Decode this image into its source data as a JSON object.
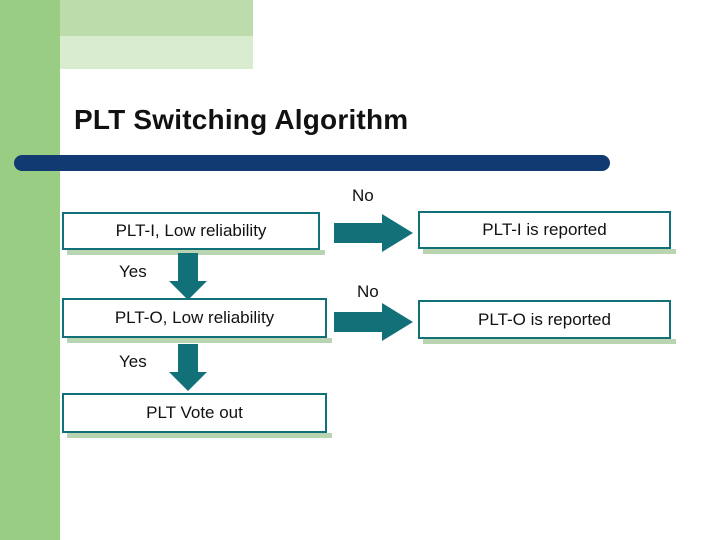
{
  "slide": {
    "title": "PLT Switching Algorithm",
    "theme": {
      "accent_bar": "#123a72",
      "box_border": "#127178",
      "arrow_fill": "#127178",
      "left_band": "#9acd84",
      "top_band": "#bcdcab",
      "shadow": "#b8d4b0",
      "text": "#111111"
    }
  },
  "diagram": {
    "type": "flowchart",
    "nodes": [
      {
        "id": "plt-i-low",
        "label": "PLT-I, Low reliability"
      },
      {
        "id": "plt-o-low",
        "label": "PLT-O, Low reliability"
      },
      {
        "id": "plt-vote-out",
        "label": "PLT Vote out"
      },
      {
        "id": "plt-i-reported",
        "label": "PLT-I is reported"
      },
      {
        "id": "plt-o-reported",
        "label": "PLT-O is reported"
      }
    ],
    "edges": [
      {
        "from": "plt-i-low",
        "to": "plt-i-reported",
        "label": "No",
        "direction": "right"
      },
      {
        "from": "plt-i-low",
        "to": "plt-o-low",
        "label": "Yes",
        "direction": "down"
      },
      {
        "from": "plt-o-low",
        "to": "plt-o-reported",
        "label": "No",
        "direction": "right"
      },
      {
        "from": "plt-o-low",
        "to": "plt-vote-out",
        "label": "Yes",
        "direction": "down"
      }
    ],
    "labels": {
      "no_1": "No",
      "no_2": "No",
      "yes_1": "Yes",
      "yes_2": "Yes"
    }
  }
}
